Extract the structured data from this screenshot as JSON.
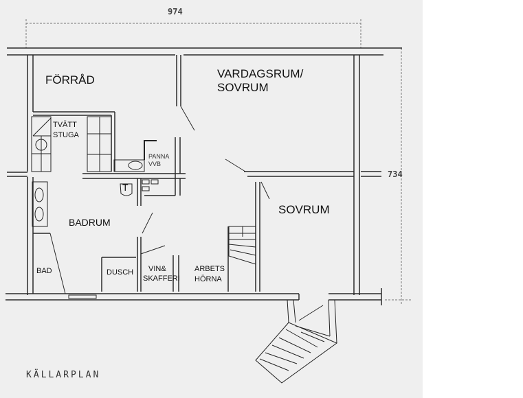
{
  "plan": {
    "title": "KÄLLARPLAN",
    "dimensions": {
      "width": "974",
      "depth": "734"
    },
    "rooms": {
      "forrad": "FÖRRÅD",
      "vardagsrum_line1": "VARDAGSRUM/",
      "vardagsrum_line2": "SOVRUM",
      "tvatt_line1": "TVÄTT",
      "tvatt_line2": "STUGA",
      "panna_line1": "PANNA",
      "panna_line2": "VVB",
      "toilet": "T",
      "sovrum": "SOVRUM",
      "badrum": "BADRUM",
      "bad": "BAD",
      "dusch": "DUSCH",
      "vin_line1": "VIN&",
      "vin_line2": "SKAFFERI",
      "arbets_line1": "ARBETS",
      "arbets_line2": "HÖRNA"
    }
  }
}
